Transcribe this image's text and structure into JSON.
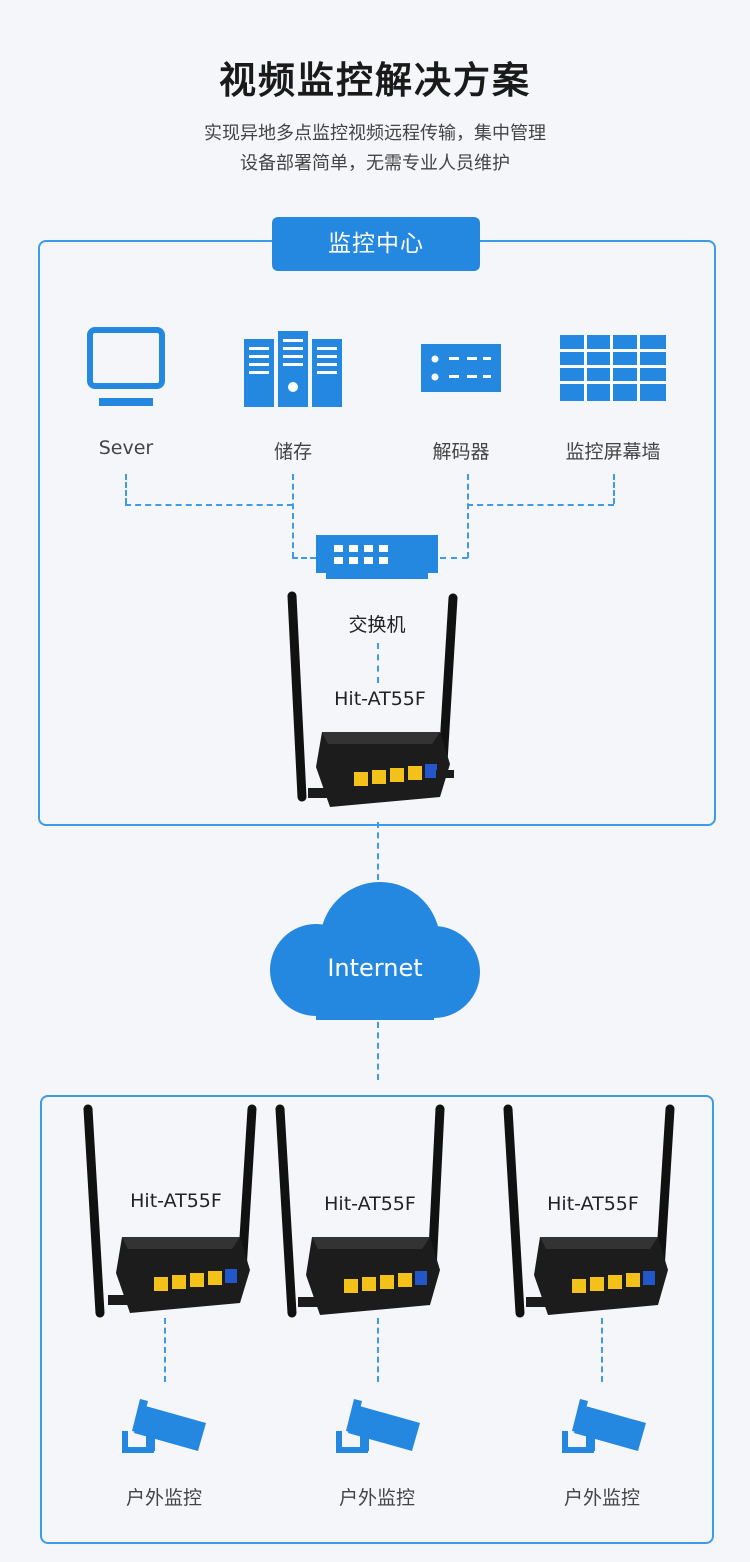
{
  "header": {
    "title": "视频监控解决方案",
    "subtitle_line1": "实现异地多点监控视频远程传输，集中管理",
    "subtitle_line2": "设备部署简单，无需专业人员维护"
  },
  "center": {
    "badge": "监控中心",
    "devices": [
      {
        "label": "Sever",
        "icon": "monitor-icon"
      },
      {
        "label": "储存",
        "icon": "server-rack-icon"
      },
      {
        "label": "解码器",
        "icon": "decoder-icon"
      },
      {
        "label": "监控屏幕墙",
        "icon": "video-wall-icon"
      }
    ],
    "switch_label": "交换机",
    "router_label": "Hit-AT55F"
  },
  "internet": {
    "label": "Internet"
  },
  "remote": {
    "sites": [
      {
        "router_label": "Hit-AT55F",
        "camera_label": "户外监控"
      },
      {
        "router_label": "Hit-AT55F",
        "camera_label": "户外监控"
      },
      {
        "router_label": "Hit-AT55F",
        "camera_label": "户外监控"
      }
    ]
  },
  "colors": {
    "accent": "#2488e0",
    "line": "#3d9be9",
    "router_body": "#1c1c1c",
    "port": "#f2c21b",
    "port_blue": "#2356c9"
  }
}
